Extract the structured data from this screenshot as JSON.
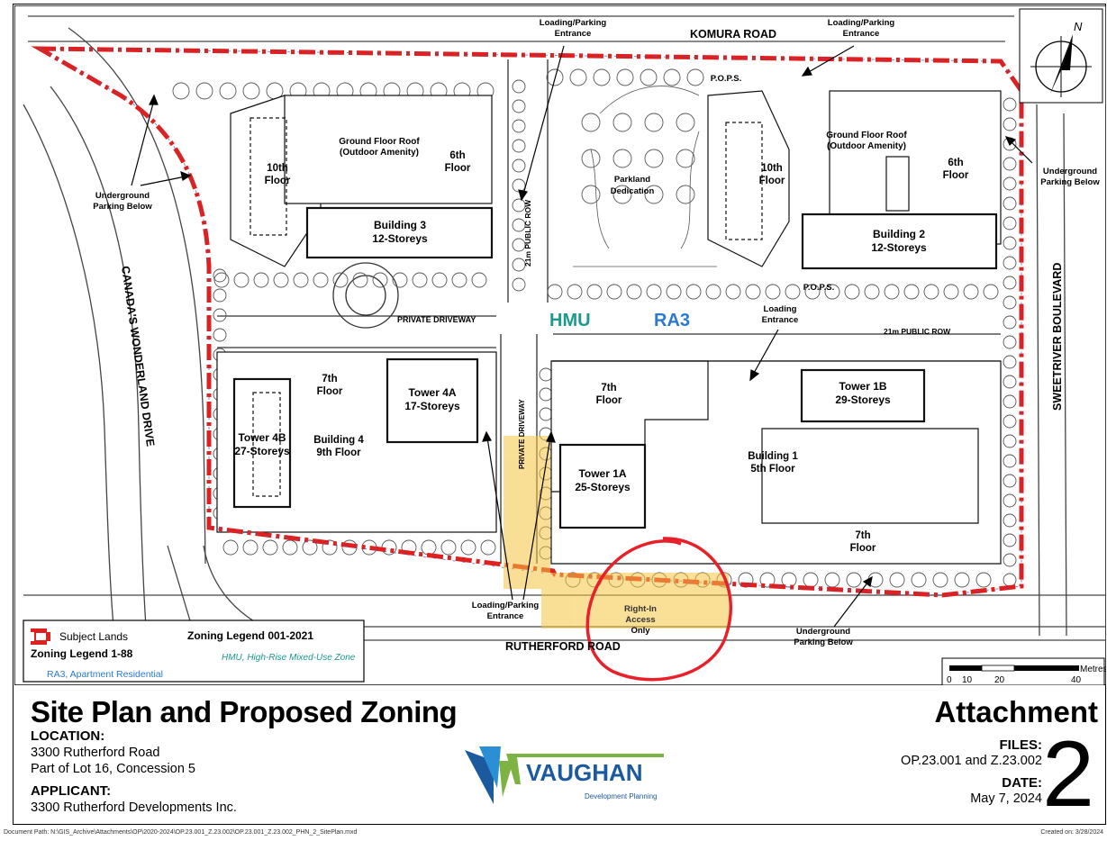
{
  "streets": {
    "komura": "KOMURA ROAD",
    "rutherford": "RUTHERFORD ROAD",
    "canadas_wonderland": "CANADA'S WONDERLAND DRIVE",
    "sweetriver": "SWEETRIVER BOULEVARD",
    "public_row_vertical": "21m PUBLIC ROW",
    "public_row_horizontal": "21m PUBLIC ROW",
    "private_driveway_h": "PRIVATE DRIVEWAY",
    "private_driveway_v": "PRIVATE DRIVEWAY"
  },
  "annotations": {
    "loading_top_left": [
      "Loading/Parking",
      "Entrance"
    ],
    "loading_top_right": [
      "Loading/Parking",
      "Entrance"
    ],
    "loading_mid": [
      "Loading",
      "Entrance"
    ],
    "loading_bottom": [
      "Loading/Parking",
      "Entrance"
    ],
    "underground_left": [
      "Underground",
      "Parking Below"
    ],
    "underground_right": [
      "Underground",
      "Parking Below"
    ],
    "underground_bottom": [
      "Underground",
      "Parking Below"
    ],
    "pops_top": "P.O.P.S.",
    "pops_mid": "P.O.P.S.",
    "right_in": [
      "Right-In",
      "Access",
      "Only"
    ],
    "parkland": [
      "Parkland",
      "Dedication"
    ]
  },
  "buildings": {
    "b3_roof": [
      "Ground Floor Roof",
      "(Outdoor Amenity)"
    ],
    "b3_10th": [
      "10th",
      "Floor"
    ],
    "b3_6th": [
      "6th",
      "Floor"
    ],
    "b3_name": [
      "Building 3",
      "12-Storeys"
    ],
    "b2_roof": [
      "Ground Floor Roof",
      "(Outdoor Amenity)"
    ],
    "b2_10th": [
      "10th",
      "Floor"
    ],
    "b2_6th": [
      "6th",
      "Floor"
    ],
    "b2_name": [
      "Building 2",
      "12-Storeys"
    ],
    "b4_7th": [
      "7th",
      "Floor"
    ],
    "t4a": [
      "Tower 4A",
      "17-Storeys"
    ],
    "t4b": [
      "Tower 4B",
      "27-Storeys"
    ],
    "b4_name": [
      "Building 4",
      "9th Floor"
    ],
    "b1_7th_a": [
      "7th",
      "Floor"
    ],
    "t1a": [
      "Tower 1A",
      "25-Storeys"
    ],
    "t1b": [
      "Tower 1B",
      "29-Storeys"
    ],
    "b1_name": [
      "Building 1",
      "5th Floor"
    ],
    "b1_7th_b": [
      "7th",
      "Floor"
    ]
  },
  "zones": {
    "hmu": "HMU",
    "ra3": "RA3",
    "hmu_color": "#1a9a8a",
    "ra3_color": "#2a7ad4"
  },
  "legend": {
    "subject_lands": "Subject Lands",
    "zoning_1_88": "Zoning Legend 1-88",
    "ra3_desc": "RA3, Apartment Residential",
    "zoning_001_2021": "Zoning Legend 001-2021",
    "hmu_desc": "HMU, High-Rise Mixed-Use Zone"
  },
  "scale": {
    "unit": "Metres",
    "ticks": [
      "0",
      "10",
      "20",
      "40"
    ]
  },
  "north": "N",
  "colors": {
    "boundary": "#e0201e",
    "highlight": "#f5c542",
    "circle": "#e8202a",
    "vaughan_blue": "#1c5aa0",
    "vaughan_green": "#7cb342"
  },
  "title_block": {
    "title": "Site Plan and Proposed Zoning",
    "location_label": "LOCATION:",
    "location_1": "3300 Rutherford Road",
    "location_2": "Part of Lot 16, Concession 5",
    "applicant_label": "APPLICANT:",
    "applicant": "3300 Rutherford Developments Inc.",
    "attachment": "Attachment",
    "attachment_no": "2",
    "files_label": "FILES:",
    "files": "OP.23.001 and Z.23.002",
    "date_label": "DATE:",
    "date": "May 7, 2024",
    "logo_name": "VAUGHAN",
    "logo_sub": "Development Planning"
  },
  "footer": {
    "path": "Document Path: N:\\GIS_Archive\\Attachments\\OP\\2020-2024\\OP.23.001_Z.23.002\\OP.23.001_Z.23.002_PHN_2_SitePlan.mxd",
    "created": "Created on: 3/28/2024"
  }
}
